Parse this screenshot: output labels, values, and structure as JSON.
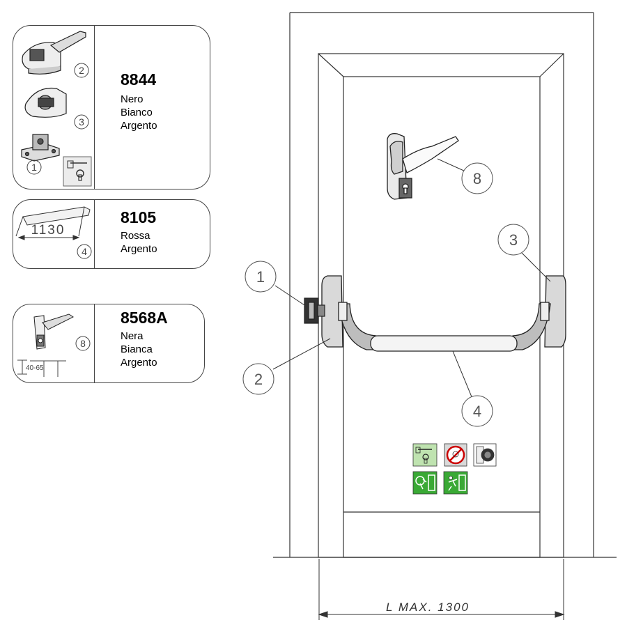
{
  "cards": [
    {
      "code": "8844",
      "lines": [
        "Nero",
        "Bianco",
        "Argento"
      ],
      "callouts": [
        "2",
        "3",
        "1"
      ]
    },
    {
      "code": "8105",
      "lines": [
        "Rossa",
        "Argento"
      ],
      "bar_length": "1130",
      "callouts": [
        "4"
      ]
    },
    {
      "code": "8568A",
      "lines": [
        "Nera",
        "Bianca",
        "Argento"
      ],
      "door_thickness": "40-65",
      "callouts": [
        "8"
      ]
    }
  ],
  "door_callouts": {
    "handle": "8",
    "right_end_cap": "3",
    "cylinder_outside": "1",
    "left_end_cap": "2",
    "push_bar": "4"
  },
  "dimension": {
    "label": "L MAX. 1300"
  },
  "sign_colors": {
    "light_green": "#bfe3b0",
    "green": "#3aa935",
    "grey": "#d9d9d9"
  }
}
